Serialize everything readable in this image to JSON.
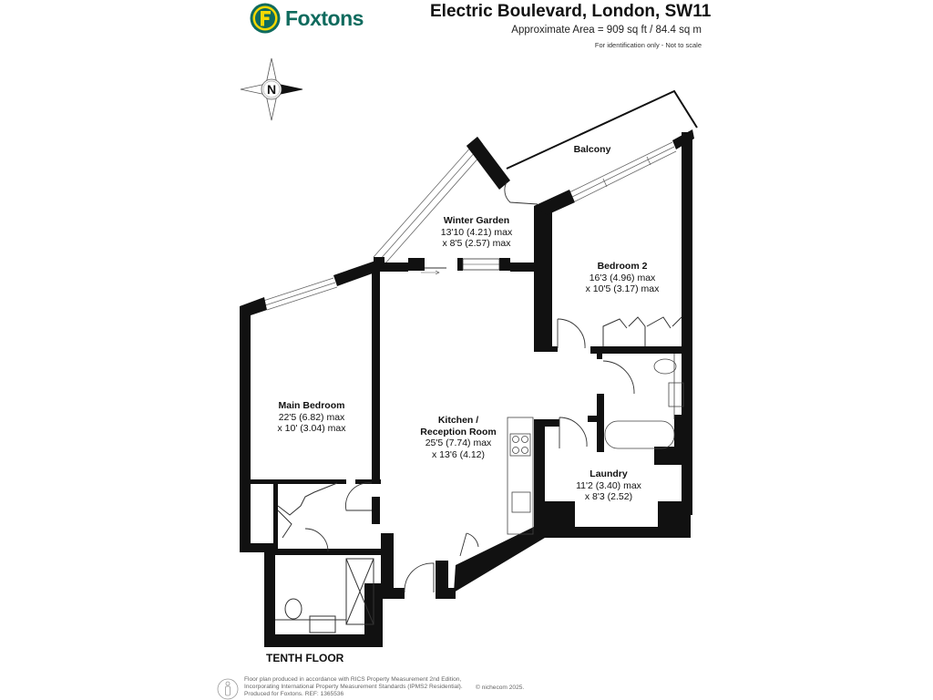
{
  "brand": {
    "name": "Foxtons",
    "badge_letter": "F",
    "colors": {
      "teal": "#0f6b5e",
      "yellow": "#f5d800"
    }
  },
  "header": {
    "title": "Electric Boulevard, London, SW11",
    "area": "Approximate Area = 909 sq ft / 84.4 sq m",
    "note": "For identification only - Not to scale"
  },
  "compass": {
    "icon": "north-arrow-compass-icon",
    "label": "N"
  },
  "rooms": [
    {
      "id": "balcony",
      "name": "Balcony",
      "dim1": "",
      "dim2": ""
    },
    {
      "id": "winter-garden",
      "name": "Winter Garden",
      "dim1": "13'10 (4.21) max",
      "dim2": "x 8'5 (2.57) max"
    },
    {
      "id": "bedroom-2",
      "name": "Bedroom 2",
      "dim1": "16'3 (4.96) max",
      "dim2": "x 10'5 (3.17) max"
    },
    {
      "id": "main-bedroom",
      "name": "Main Bedroom",
      "dim1": "22'5 (6.82) max",
      "dim2": "x 10' (3.04) max"
    },
    {
      "id": "kitchen-reception",
      "name": "Kitchen /",
      "name2": "Reception Room",
      "dim1": "25'5 (7.74) max",
      "dim2": "x 13'6 (4.12)"
    },
    {
      "id": "laundry",
      "name": "Laundry",
      "dim1": "11'2 (3.40) max",
      "dim2": "x 8'3 (2.52)"
    }
  ],
  "floor_label": "TENTH FLOOR",
  "footer": {
    "line1": "Floor plan produced in accordance with RICS Property Measurement 2nd Edition,",
    "line2": "Incorporating International Property Measurement Standards (IPMS2 Residential).",
    "line3": "Produced for Foxtons.   REF: 1365536",
    "copyright": "© nichecom 2025."
  }
}
